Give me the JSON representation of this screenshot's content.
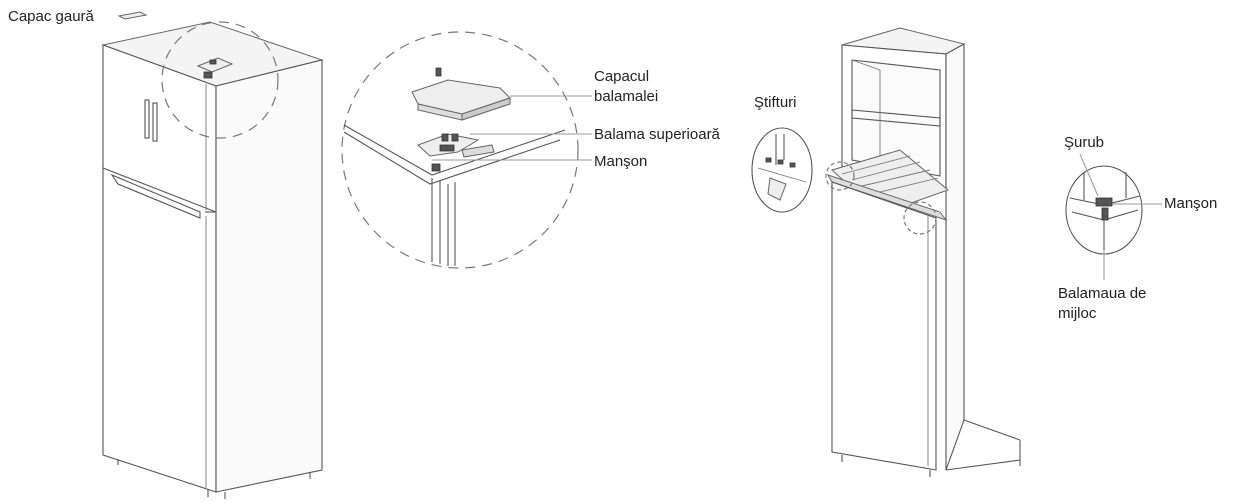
{
  "labels": {
    "hole_cover": "Capac gaură",
    "hinge_cover": "Capacul",
    "hinge_cover_2": "balamalei",
    "top_hinge": "Balama superioară",
    "sleeve_left": "Manşon",
    "pins": "Ştifturi",
    "screw": "Şurub",
    "sleeve_right": "Manşon",
    "middle_hinge": "Balamaua de",
    "middle_hinge_2": "mijloc"
  }
}
